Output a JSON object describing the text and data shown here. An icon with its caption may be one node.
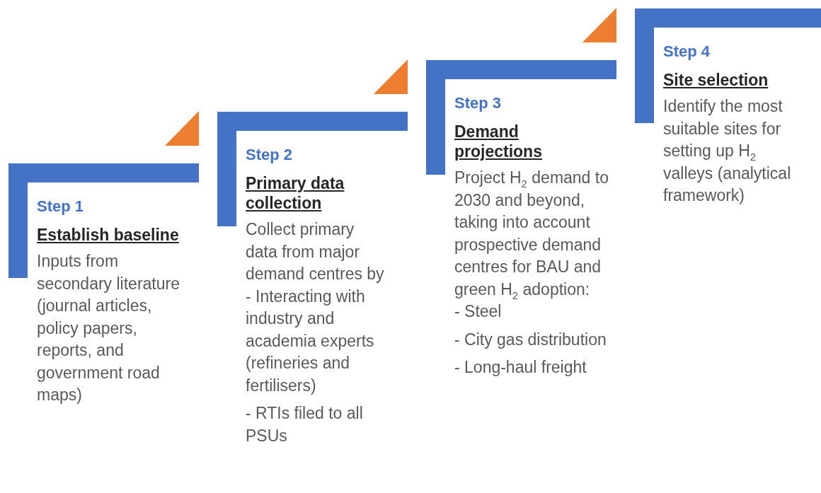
{
  "diagram": {
    "nodes": [
      {
        "text": [
          "Step 1",
          "Establish baseline",
          "Inputs from secondary literature (journal articles, policy papers, reports, and government road maps)"
        ]
      },
      {
        "text": [
          "Step 2",
          "Primary data collection",
          "Collect primary data from major demand centres by"
        ]
      },
      {
        "text": [
          "Step 3",
          "Demand projections",
          "Project H$_{2}$ demand to 2030 and beyond, taking into account prospective demand centres for BAU and green H$_{2}$ adoption:"
        ]
      },
      {
        "text": [
          "Step 4",
          "Site selection",
          "Identify the most suitable sites for setting up H$_{2}$ valleys (analytical framework)"
        ]
      }
    ],
    "edges": [],
    "labels": [
      "- Interacting with industry and academia experts (refineries and fertilisers)",
      "- RTIs filed to all PSUs",
      "- Steel",
      "- City gas distribution",
      "- Long-haul freight"
    ]
  }
}
